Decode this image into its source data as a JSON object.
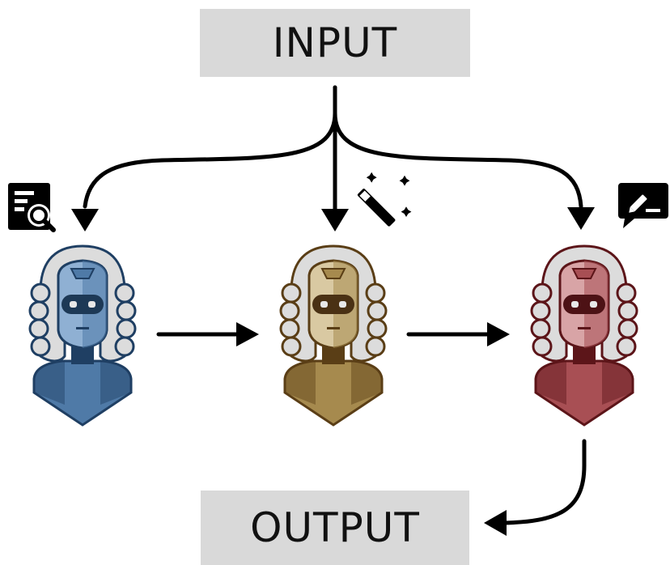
{
  "diagram": {
    "input_label": "INPUT",
    "output_label": "OUTPUT",
    "agents": [
      {
        "role": "inspector",
        "icon": "document-search-icon",
        "colors": {
          "main": "#4f7aa7",
          "dark": "#1f3f63",
          "light": "#8fb0d3",
          "visor": "#1d3956"
        }
      },
      {
        "role": "editor",
        "icon": "magic-wand-icon",
        "colors": {
          "main": "#a68a4e",
          "dark": "#5a3e16",
          "light": "#d9c9a2",
          "visor": "#4a3114"
        }
      },
      {
        "role": "writer",
        "icon": "comment-edit-icon",
        "colors": {
          "main": "#a84f54",
          "dark": "#5c1519",
          "light": "#d8a4a6",
          "visor": "#4d1215"
        }
      }
    ],
    "wig_color": "#dcdcdc",
    "arrow_color": "#000000"
  }
}
